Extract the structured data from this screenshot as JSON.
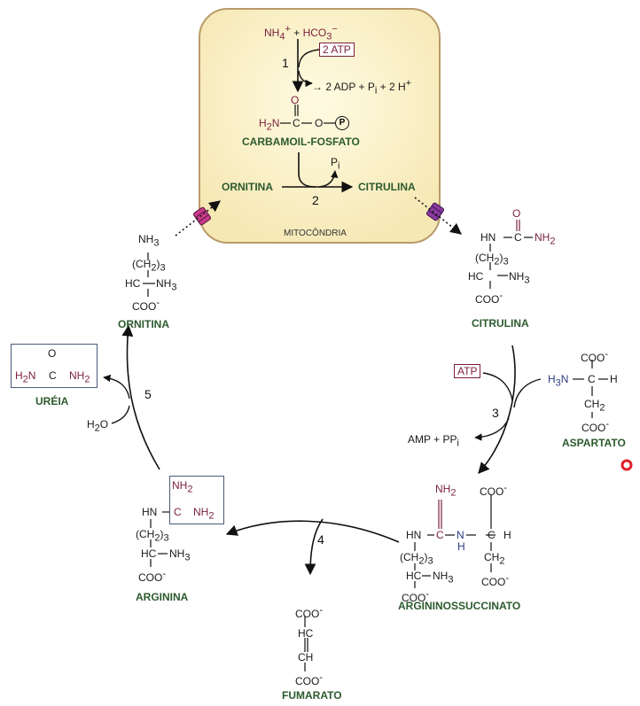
{
  "mito": {
    "label": "MITOCÔNDRIA",
    "nh4": "NH",
    "nh4_sup": "+",
    "nh4_sub": "4",
    "plus": " + ",
    "hco3": "HCO",
    "hco3_sub": "3",
    "hco3_sup": "−",
    "step1": "1",
    "atp2": "2 ATP",
    "adp_products": "→ 2 ADP + P",
    "adp_products_sub": "i",
    "adp_tail": " + 2 H",
    "adp_tail_sup": "+",
    "carb_h2n": "H",
    "carb_h2n_sub": "2",
    "carb_n": "N",
    "carb_c": "C",
    "carb_o": "O",
    "carb_o_top": "O",
    "carb_p": "P",
    "carbamoil": "CARBAMOIL-FOSFATO",
    "pi": "P",
    "pi_sub": "i",
    "ornitina": "ORNITINA",
    "citrulina": "CITRULINA",
    "step2": "2"
  },
  "ornitina": {
    "nh3_top": "NH",
    "ch2": "(CH",
    "ch2_sub": "2",
    "ch2_tail": ")",
    "ch2_sub2": "3",
    "hc": "HC",
    "nh3": "NH",
    "coo": "COO",
    "name": "ORNITINA"
  },
  "citrulina": {
    "hn": "HN",
    "c": "C",
    "o": "O",
    "nh2": "NH",
    "name": "CITRULINA"
  },
  "ureia": {
    "h2n": "H",
    "c": "C",
    "o": "O",
    "nh2": "NH",
    "name": "URÉIA"
  },
  "step5": "5",
  "h2o": "H",
  "h2o_tail": "O",
  "step3": "3",
  "atp": "ATP",
  "amp": "AMP + PP",
  "amp_sub": "i",
  "aspartato": {
    "coo_top": "COO",
    "h3n": "H",
    "c": "C",
    "h": "H",
    "ch2": "CH",
    "coo": "COO",
    "name": "ASPARTATO"
  },
  "argininossuccinato": {
    "nh2": "NH",
    "hn": "HN",
    "c": "C",
    "n": "N",
    "h": "H",
    "coo_top": "COO",
    "ch2": "CH",
    "coo": "COO",
    "name": "ARGININOSSUCCINATO"
  },
  "step4": "4",
  "arginina": {
    "nh2_top": "NH",
    "hn": "HN",
    "c": "C",
    "nh2": "NH",
    "name": "ARGININA"
  },
  "fumarato": {
    "coo_top": "COO",
    "hc": "HC",
    "ch": "CH",
    "coo": "COO",
    "name": "FUMARATO"
  },
  "colors": {
    "mito_fill": "#fbf3c9",
    "mito_stroke": "#b99a6a",
    "name_green": "#2c5a2e",
    "red": "#7a1f3d",
    "blue": "#2b3d80",
    "cursor": "#e0202a"
  }
}
